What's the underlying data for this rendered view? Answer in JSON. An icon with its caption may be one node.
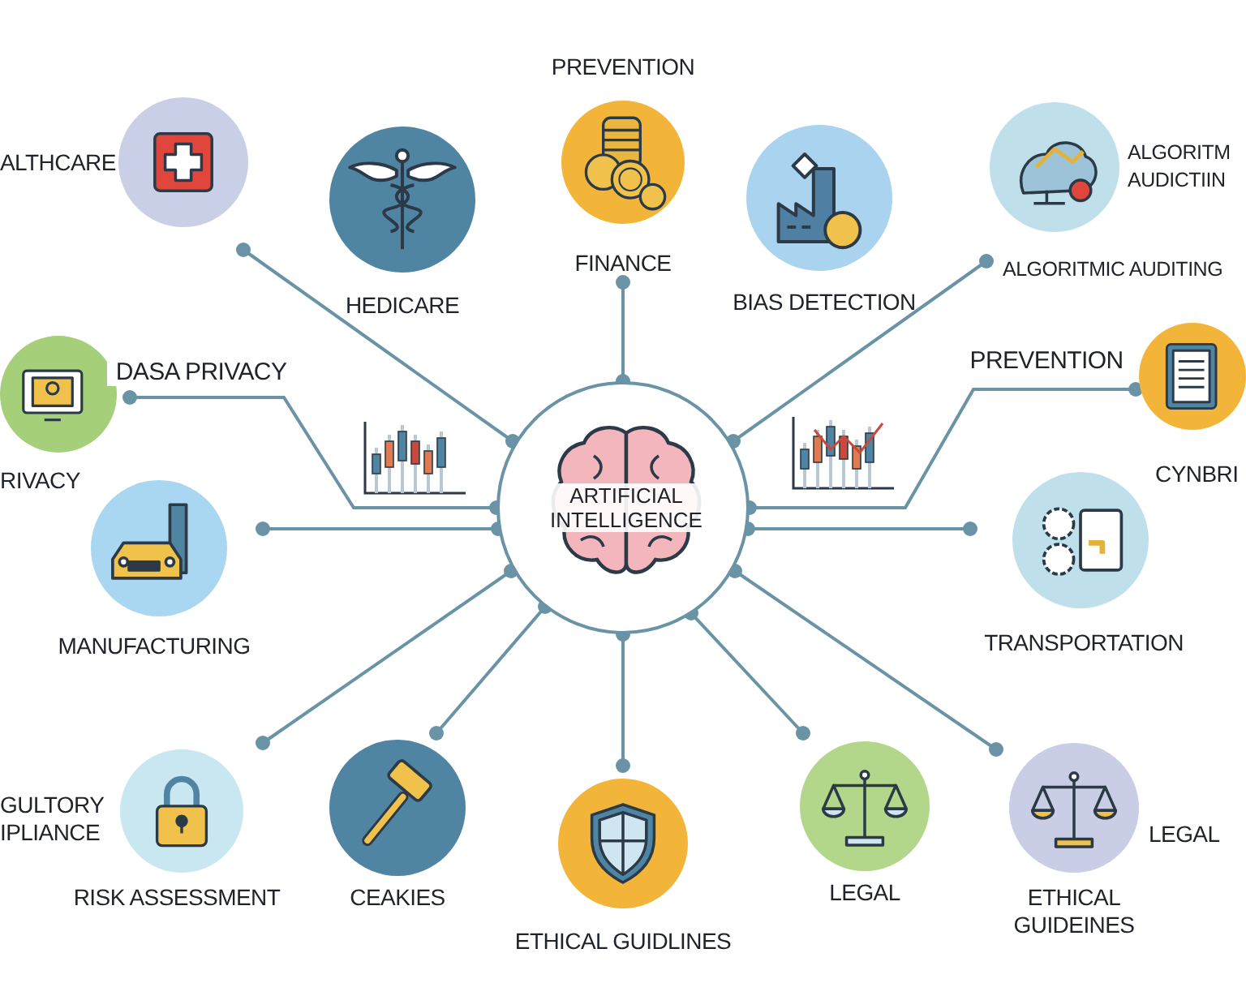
{
  "diagram": {
    "nodes": [
      {
        "text": [
          "ALTHCARE"
        ]
      },
      {
        "text": [
          "HEDICARE"
        ]
      },
      {
        "text": [
          "PREVENTION",
          "FINANCE"
        ]
      },
      {
        "text": [
          "BIAS DETECTION"
        ]
      },
      {
        "text": [
          "ALGORITM AUDICTIIN",
          "ALGORITMIC AUDITING"
        ]
      },
      {
        "text": [
          "RIVACY"
        ]
      },
      {
        "text": [
          "CYNBRI"
        ]
      },
      {
        "text": [
          "ARTIFICIAL INTELLIGENCE"
        ]
      },
      {
        "text": [
          "MANUFACTURING"
        ]
      },
      {
        "text": [
          "TRANSPORTATION"
        ]
      },
      {
        "text": [
          "GULTORY IPLIANCE",
          "RISK ASSESSMENT"
        ]
      },
      {
        "text": [
          "CEAKIES"
        ]
      },
      {
        "text": [
          "ETHICAL GUIDLINES"
        ]
      },
      {
        "text": [
          "LEGAL"
        ]
      },
      {
        "text": [
          "ETHICAL GUIDEINES"
        ],
        "beside": [
          "LEGAL"
        ]
      }
    ],
    "edges": [
      {
        "from": 7,
        "to": 0,
        "arrow": "other"
      },
      {
        "from": 7,
        "to": 2,
        "arrow": "other"
      },
      {
        "from": 7,
        "to": 4,
        "arrow": "other"
      },
      {
        "from": 7,
        "to": 5,
        "arrow": "other",
        "label": "DASA PRIVACY"
      },
      {
        "from": 7,
        "to": 6,
        "arrow": "other",
        "label": "PREVENTION"
      },
      {
        "from": 7,
        "to": 8,
        "arrow": "other"
      },
      {
        "from": 7,
        "to": 9,
        "arrow": "other"
      },
      {
        "from": 7,
        "to": 10,
        "arrow": "other"
      },
      {
        "from": 7,
        "to": 11,
        "arrow": "other"
      },
      {
        "from": 7,
        "to": 12,
        "arrow": "other"
      },
      {
        "from": 7,
        "to": 13,
        "arrow": "other"
      },
      {
        "from": 7,
        "to": 14,
        "arrow": "other"
      }
    ]
  }
}
